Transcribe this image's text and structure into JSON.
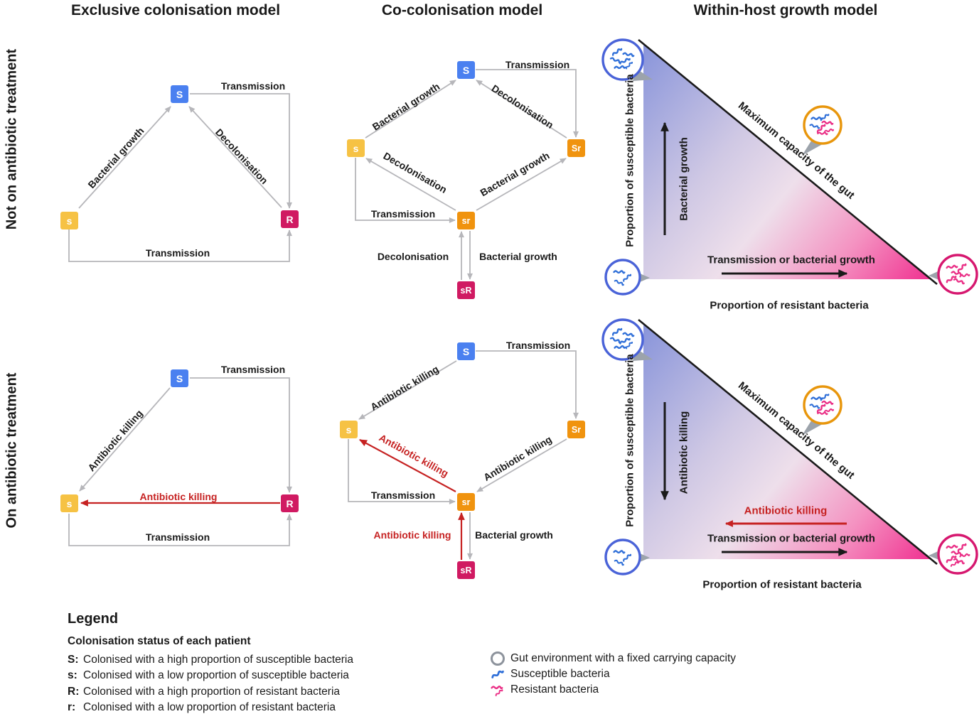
{
  "header": {
    "columns": [
      "Exclusive colonisation model",
      "Co-colonisation model",
      "Within-host growth model"
    ]
  },
  "row_labels": [
    "Not on antibiotic treatment",
    "On antibiotic treatment"
  ],
  "terms": {
    "transmission": "Transmission",
    "bacterial_growth": "Bacterial growth",
    "decolonisation": "Decolonisation",
    "antibiotic_killing": "Antibiotic killing",
    "max_capacity": "Maximum capacity of the gut",
    "prop_susceptible": "Proportion of susceptible bacteria",
    "prop_resistant": "Proportion of resistant bacteria",
    "transmission_or_growth": "Transmission or bacterial growth"
  },
  "nodes": {
    "S": "S",
    "s": "s",
    "R": "R",
    "Sr": "Sr",
    "sr": "sr",
    "sR": "sR"
  },
  "legend": {
    "title": "Legend",
    "subtitle": "Colonisation status of each patient",
    "items": [
      {
        "key": "S:",
        "text": "Colonised with a high proportion of susceptible bacteria"
      },
      {
        "key": "s:",
        "text": "Colonised with a low proportion of susceptible bacteria"
      },
      {
        "key": "R:",
        "text": "Colonised with a high proportion of resistant bacteria"
      },
      {
        "key": "r:",
        "text": "Colonised with a low proportion of resistant bacteria"
      }
    ],
    "symbols": [
      {
        "label": "Gut environment with a fixed carrying capacity"
      },
      {
        "label": "Susceptible bacteria"
      },
      {
        "label": "Resistant bacteria"
      }
    ]
  },
  "colors": {
    "node-blue": "#4a80f0",
    "node-yellow": "#f6c244",
    "node-orange": "#f0930e",
    "node-magenta": "#d01a62",
    "arrow-gray": "#b6b6ba",
    "arrow-red": "#c62222",
    "ink": "#1a1a1a",
    "ring-blue": "#4a63d8",
    "ring-orange": "#e8960c",
    "ring-magenta": "#d6176f",
    "bact-blue": "#2f6fd8",
    "bact-pink": "#ea2f86",
    "pointer-gray": "#9ca3ab",
    "grad-start": "#8894da",
    "grad-mid": "#eedfeb",
    "grad-end": "#f03090"
  }
}
